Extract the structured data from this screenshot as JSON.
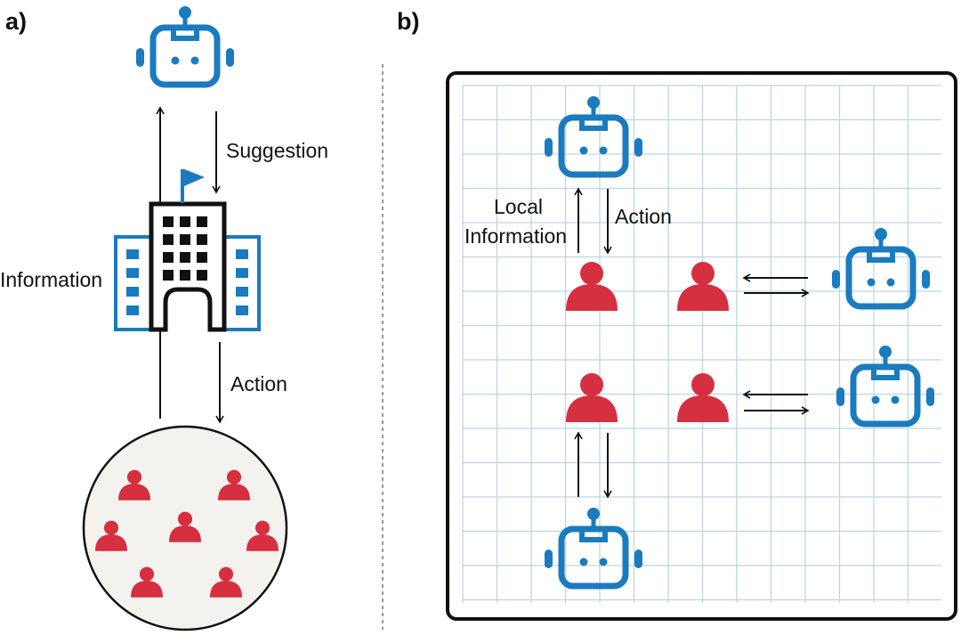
{
  "panels": {
    "a": {
      "label": "a)"
    },
    "b": {
      "label": "b)"
    }
  },
  "labels": {
    "suggestion": "Suggestion",
    "information": "Information",
    "action_a": "Action",
    "local_line1": "Local",
    "local_line2": "Information",
    "action_b": "Action"
  },
  "icons": {
    "robot": "robot-icon",
    "person": "person-icon",
    "building": "building-icon",
    "flag": "flag-icon"
  },
  "colors": {
    "robot": "#1a7bbf",
    "person": "#d62f40",
    "grid": "#bcd6e3",
    "crowd_fill": "#f4f2ef"
  }
}
